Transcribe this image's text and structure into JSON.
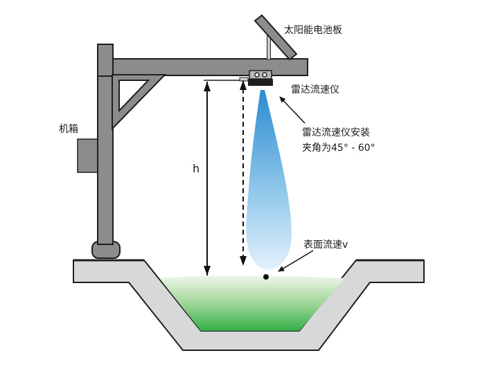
{
  "labels": {
    "solar_panel": "太阳能电池板",
    "radar_meter": "雷达流速仪",
    "install_angle_line1": "雷达流速仪安装",
    "install_angle_line2": "夹角为45° - 60°",
    "cabinet": "机箱",
    "height": "h",
    "surface_velocity": "表面流速v"
  },
  "colors": {
    "steel": "#8b8c8e",
    "outline": "#1e1e1e",
    "channel": "#d7d8da",
    "water_top": "#e6f2e2",
    "water_bottom": "#37b34a",
    "beam_top": "#2f8fd0",
    "beam_bottom": "#dceefa"
  }
}
